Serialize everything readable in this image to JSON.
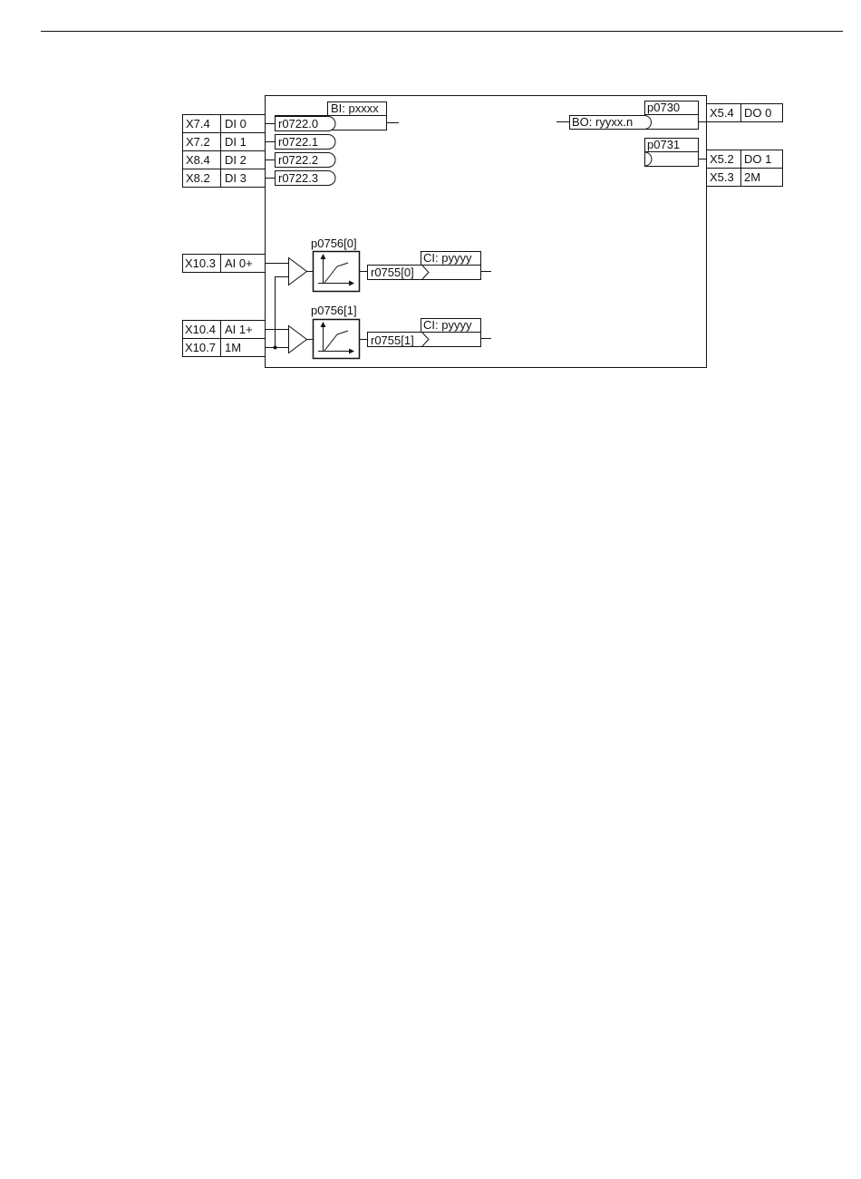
{
  "inputs": {
    "digital": [
      {
        "terminal": "X7.4",
        "name": "DI 0",
        "param": "r0722.0"
      },
      {
        "terminal": "X7.2",
        "name": "DI 1",
        "param": "r0722.1"
      },
      {
        "terminal": "X8.4",
        "name": "DI 2",
        "param": "r0722.2"
      },
      {
        "terminal": "X8.2",
        "name": "DI 3",
        "param": "r0722.3"
      }
    ],
    "bi_connector": "BI: pxxxx",
    "analog": [
      {
        "terminal": "X10.3",
        "name": "AI 0+",
        "scaling": "p0756[0]",
        "output": "r0755[0]",
        "connector": "CI: pyyyy"
      },
      {
        "terminal": "X10.4",
        "name": "AI 1+",
        "scaling": "p0756[1]",
        "output": "r0755[1]",
        "connector": "CI: pyyyy"
      }
    ],
    "ground": {
      "terminal": "X10.7",
      "name": "1M"
    }
  },
  "outputs": {
    "bo_connector": "BO: ryyxx.n",
    "digital": [
      {
        "terminal": "X5.4",
        "name": "DO 0",
        "param": "p0730"
      },
      {
        "terminal": "X5.2",
        "name": "DO 1",
        "param": "p0731"
      }
    ],
    "ground": {
      "terminal": "X5.3",
      "name": "2M"
    }
  }
}
